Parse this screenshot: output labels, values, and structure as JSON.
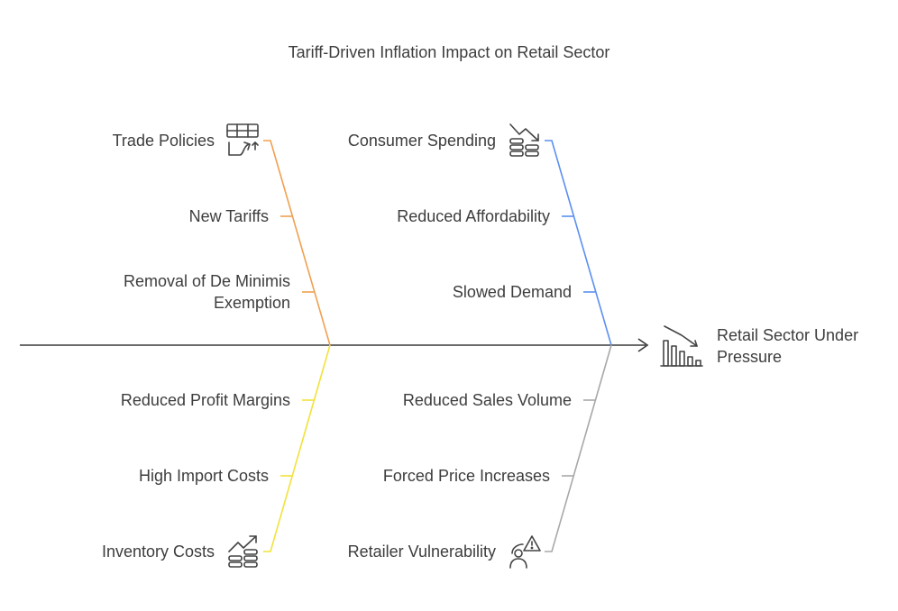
{
  "title": "Tariff-Driven Inflation Impact on Retail Sector",
  "head": {
    "line1": "Retail Sector Under",
    "line2": "Pressure",
    "icon": "declining-bar-chart-icon"
  },
  "colors": {
    "spine": "#3a3a3a",
    "orange": "#f0a050",
    "blue": "#5b8ff0",
    "yellow": "#f2e23a",
    "gray": "#a8a8a8",
    "icon": "#444444"
  },
  "bones": {
    "top_left": {
      "category": "Trade Policies",
      "icon": "trade-policy-icon",
      "causes": [
        "New Tariffs",
        "Removal of De Minimis",
        "Exemption"
      ]
    },
    "top_right": {
      "category": "Consumer Spending",
      "icon": "spending-down-icon",
      "causes": [
        "Reduced Affordability",
        "Slowed Demand"
      ]
    },
    "bottom_left": {
      "category": "Inventory Costs",
      "icon": "costs-rising-icon",
      "causes": [
        "Reduced Profit Margins",
        "High Import Costs"
      ]
    },
    "bottom_right": {
      "category": "Retailer Vulnerability",
      "icon": "retailer-warning-icon",
      "causes": [
        "Reduced Sales Volume",
        "Forced Price Increases"
      ]
    }
  }
}
